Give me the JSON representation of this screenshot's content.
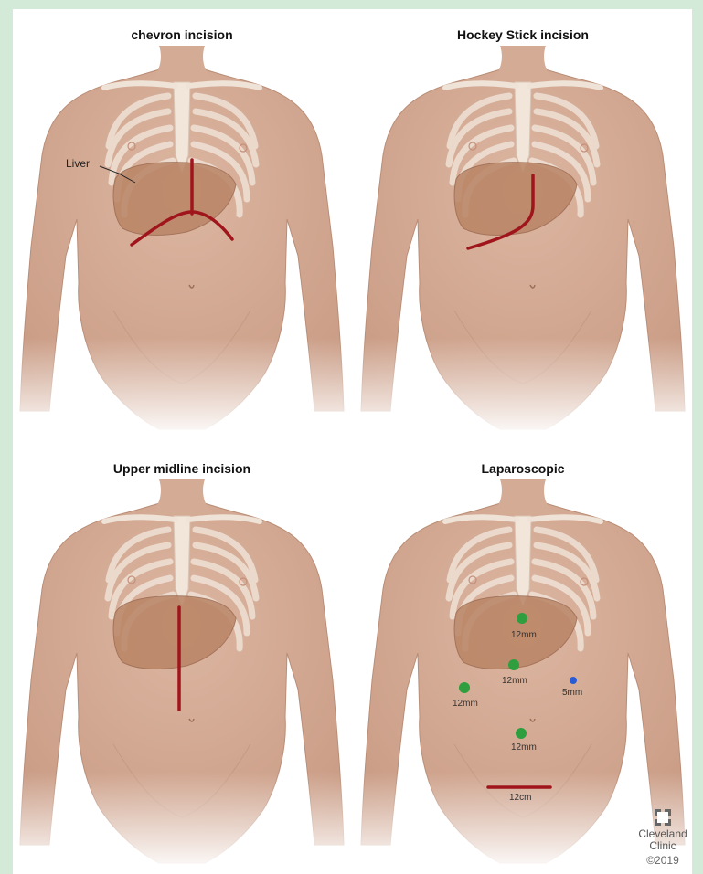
{
  "panels": [
    {
      "title": "chevron incision"
    },
    {
      "title": "Hockey Stick incision"
    },
    {
      "title": "Upper midline incision"
    },
    {
      "title": "Laparoscopic"
    }
  ],
  "annotations": {
    "liver": "Liver"
  },
  "laparoscopic_ports": [
    {
      "label": "12mm",
      "color": "#2e9e3e"
    },
    {
      "label": "12mm",
      "color": "#2e9e3e"
    },
    {
      "label": "12mm",
      "color": "#2e9e3e"
    },
    {
      "label": "5mm",
      "color": "#2a5bd6"
    },
    {
      "label": "12mm",
      "color": "#2e9e3e"
    }
  ],
  "laparoscopic_incision": {
    "label": "12cm"
  },
  "colors": {
    "background": "#d4ead9",
    "skin": "#d8b09a",
    "incision": "#a0151c",
    "liver": "#b98465"
  },
  "logo": {
    "line1": "Cleveland",
    "line2": "Clinic",
    "year": "©2019"
  }
}
